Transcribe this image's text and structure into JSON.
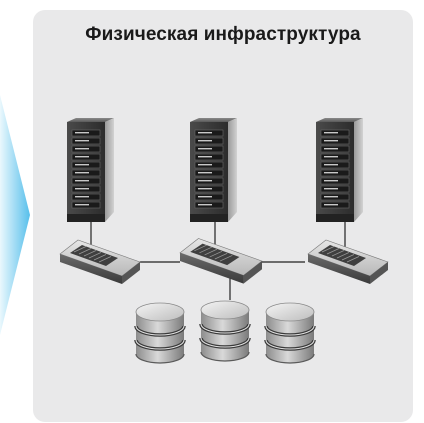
{
  "panel": {
    "title": "Физическая инфраструктура"
  },
  "diagram": {
    "servers": [
      {
        "name": "server-left"
      },
      {
        "name": "server-center"
      },
      {
        "name": "server-right"
      }
    ],
    "switches": [
      {
        "name": "switch-left"
      },
      {
        "name": "switch-center"
      },
      {
        "name": "switch-right"
      }
    ],
    "storage": [
      {
        "name": "storage-left"
      },
      {
        "name": "storage-center"
      },
      {
        "name": "storage-right"
      }
    ],
    "colors": {
      "panel": "#e9e9ea",
      "arrow_light": "#d6f1fb",
      "arrow_dark": "#5ec2ec",
      "device_dark": "#3a3a3a",
      "device_light": "#b5b5b5",
      "link": "#222222"
    }
  }
}
